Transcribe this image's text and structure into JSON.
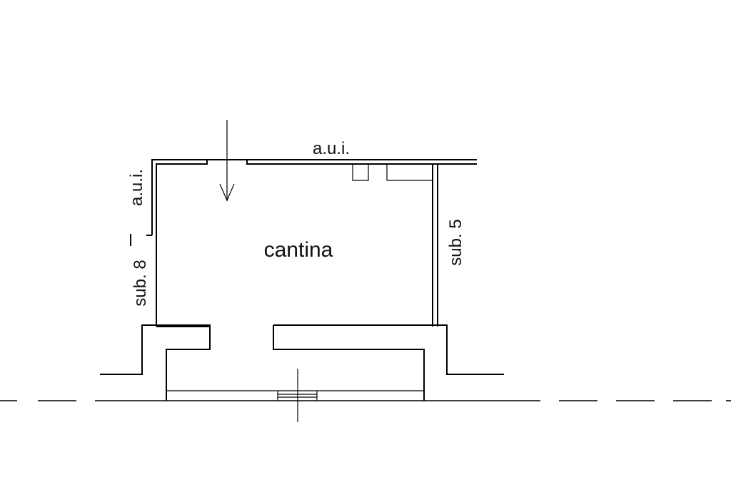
{
  "plan": {
    "room_label": "cantina",
    "top_label": "a.u.i.",
    "left_top_label": "a.u.i.",
    "left_bottom_label": "sub. 8",
    "right_label": "sub. 5"
  },
  "colors": {
    "line": "#000000",
    "text": "#111111",
    "background": "#ffffff"
  }
}
